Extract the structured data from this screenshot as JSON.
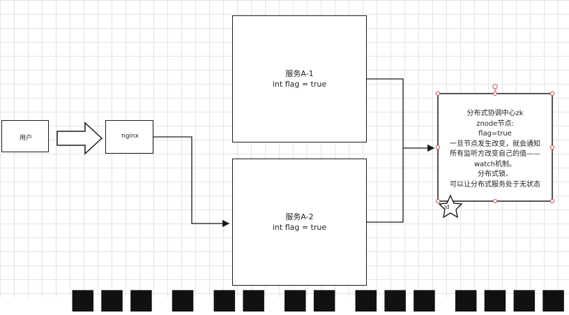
{
  "nodes": {
    "user": "用户",
    "nginx": "nginx",
    "service_a1": {
      "name": "服务A-1",
      "code": "int flag = true"
    },
    "service_a2": {
      "name": "服务A-2",
      "code": "int flag = true"
    },
    "zk": {
      "title": "分布式协调中心zk",
      "lines": [
        "znode节点:",
        "flag=true",
        "一旦节点发生改变，就会通知",
        "所有监听方改变自己的值——",
        "watch机制。",
        "分布式锁、",
        "可以让分布式服务处于无状态"
      ]
    },
    "star_label": "id"
  },
  "caption": "■■■ ■ ■■ ■■ ■■■ ■■■■"
}
